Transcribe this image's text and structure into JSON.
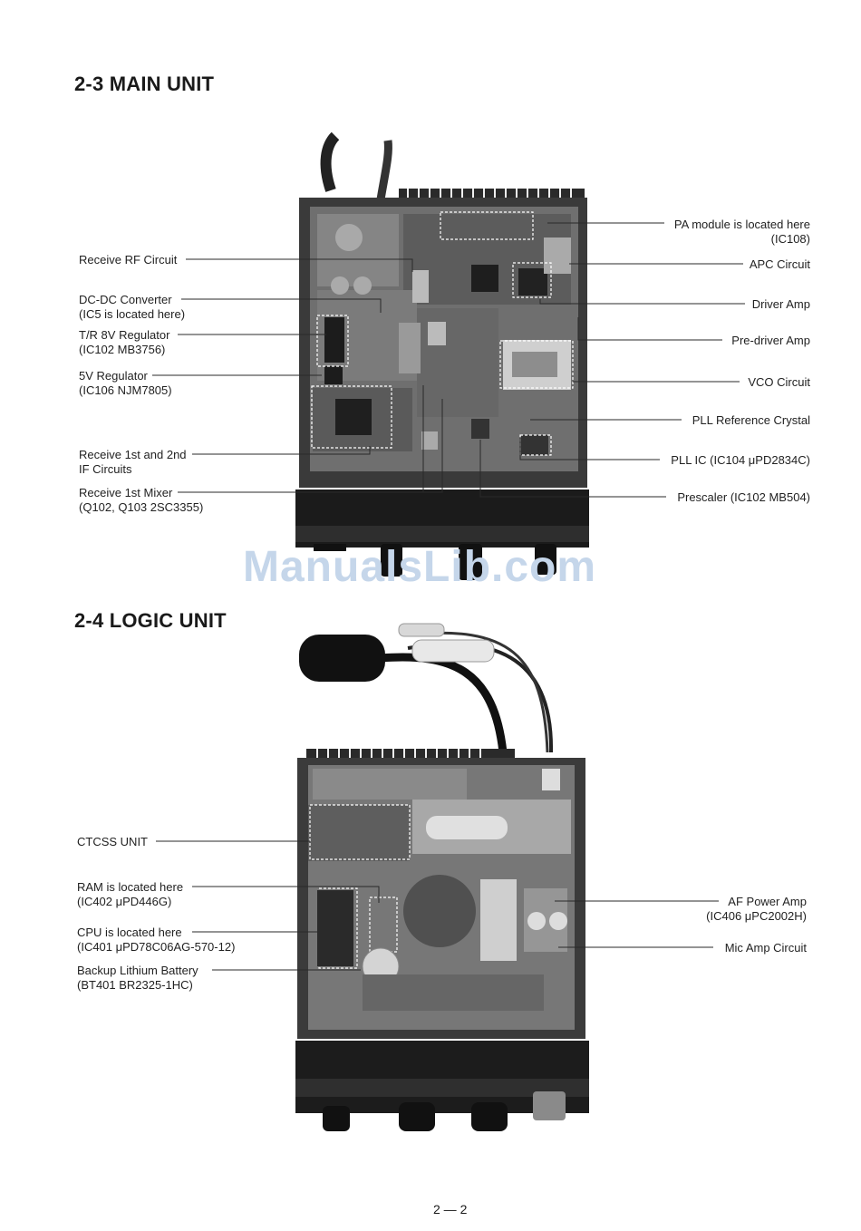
{
  "sections": {
    "main": {
      "heading": "2-3  MAIN UNIT",
      "labels_left": [
        {
          "lines": [
            "Receive RF Circuit"
          ]
        },
        {
          "lines": [
            "DC-DC Converter",
            "(IC5 is located here)"
          ]
        },
        {
          "lines": [
            "T/R 8V Regulator",
            "(IC102 MB3756)"
          ]
        },
        {
          "lines": [
            "5V Regulator",
            "(IC106 NJM7805)"
          ]
        },
        {
          "lines": [
            "Receive 1st and 2nd",
            "IF Circuits"
          ]
        },
        {
          "lines": [
            "Receive 1st Mixer",
            "(Q102, Q103 2SC3355)"
          ]
        }
      ],
      "labels_right": [
        {
          "lines": [
            "PA module is located here",
            "(IC108)"
          ]
        },
        {
          "lines": [
            "APC Circuit"
          ]
        },
        {
          "lines": [
            "Driver Amp"
          ]
        },
        {
          "lines": [
            "Pre-driver Amp"
          ]
        },
        {
          "lines": [
            "VCO Circuit"
          ]
        },
        {
          "lines": [
            "PLL Reference Crystal"
          ]
        },
        {
          "lines": [
            "PLL IC (IC104 μPD2834C)"
          ]
        },
        {
          "lines": [
            "Prescaler (IC102 MB504)"
          ]
        }
      ]
    },
    "logic": {
      "heading": "2-4  LOGIC UNIT",
      "labels_left": [
        {
          "lines": [
            "CTCSS UNIT"
          ]
        },
        {
          "lines": [
            "RAM is located here",
            "(IC402 μPD446G)"
          ]
        },
        {
          "lines": [
            "CPU is located here",
            "(IC401 μPD78C06AG-570-12)"
          ]
        },
        {
          "lines": [
            "Backup Lithium Battery",
            "(BT401 BR2325-1HC)"
          ]
        }
      ],
      "labels_right": [
        {
          "lines": [
            "AF Power Amp",
            "(IC406 μPC2002H)"
          ]
        },
        {
          "lines": [
            "Mic Amp Circuit"
          ]
        }
      ]
    }
  },
  "watermark": "ManualsLib.com",
  "page_number": "2 — 2"
}
